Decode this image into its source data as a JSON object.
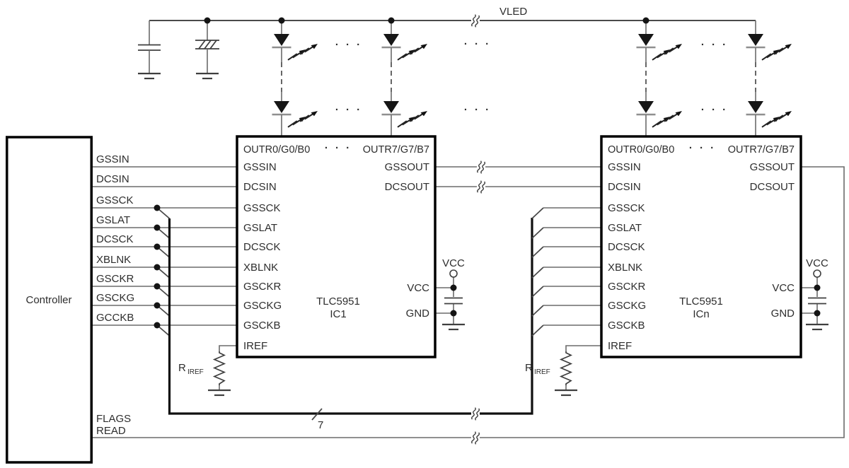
{
  "rail": {
    "label": "VLED"
  },
  "separator_dots": "· · ·",
  "controller": {
    "label": "Controller",
    "signals": [
      "GSSIN",
      "DCSIN",
      "GSSCK",
      "GSLAT",
      "DCSCK",
      "XBLNK",
      "GSCKR",
      "GSCKG",
      "GCCKB"
    ],
    "flags_label": "FLAGS",
    "read_label": "READ"
  },
  "bus": {
    "width_label": "7"
  },
  "resistor": {
    "ref": "R",
    "sub": "IREF"
  },
  "supply": {
    "vcc_label": "VCC"
  },
  "colors": {
    "wire": "#6b6b6b",
    "outline": "#000000",
    "text": "#2d2d2d",
    "background": "#ffffff"
  },
  "ics": [
    {
      "part": "TLC5951",
      "designator": "IC1",
      "top_pin_left": "OUTR0/G0/B0",
      "top_pin_right": "OUTR7/G7/B7",
      "pins_left": [
        "GSSIN",
        "DCSIN",
        "GSSCK",
        "GSLAT",
        "DCSCK",
        "XBLNK",
        "GSCKR",
        "GSCKG",
        "GSCKB",
        "IREF"
      ],
      "pins_right": [
        "GSSOUT",
        "DCSOUT",
        "VCC",
        "GND"
      ]
    },
    {
      "part": "TLC5951",
      "designator": "ICn",
      "top_pin_left": "OUTR0/G0/B0",
      "top_pin_right": "OUTR7/G7/B7",
      "pins_left": [
        "GSSIN",
        "DCSIN",
        "GSSCK",
        "GSLAT",
        "DCSCK",
        "XBLNK",
        "GSCKR",
        "GSCKG",
        "GSCKB",
        "IREF"
      ],
      "pins_right": [
        "GSSOUT",
        "DCSOUT",
        "VCC",
        "GND"
      ]
    }
  ]
}
